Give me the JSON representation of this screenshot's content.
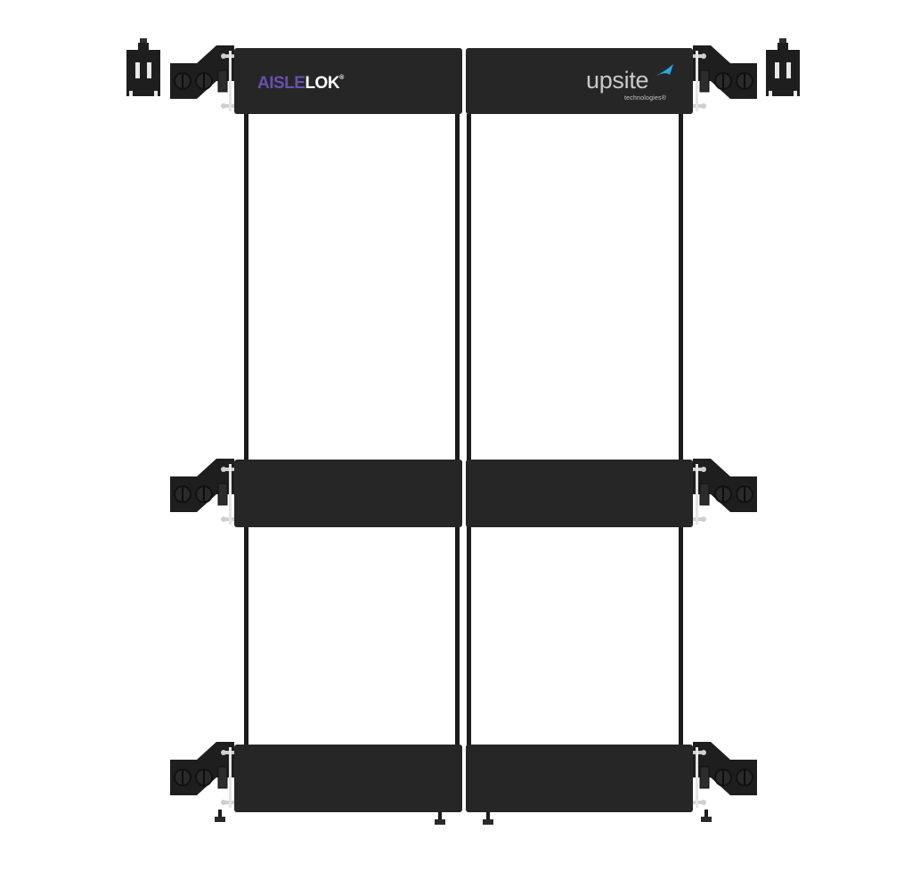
{
  "branding": {
    "left_logo_part_a": "AISLE",
    "left_logo_part_b": "LOK",
    "left_logo_mark": "®",
    "right_logo_name": "upsite",
    "right_logo_sub": "technologies®",
    "right_logo_icon": "swoosh-icon"
  },
  "colors": {
    "background": "#ffffff",
    "panel": "#262626",
    "frame": "#1b1b1b",
    "aislelok_accent": "#6b4fb0",
    "upsite_text": "#c9c9c9",
    "upsite_swoosh": "#2aa8e0",
    "latch_metal": "#cfcfcf"
  }
}
